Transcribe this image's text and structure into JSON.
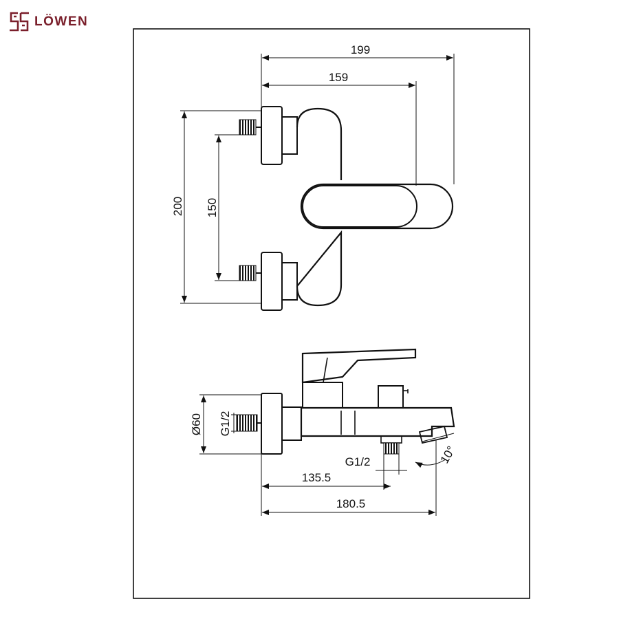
{
  "brand": {
    "name": "LÖWEN",
    "logo_icon": "interlocking-s-monogram-icon",
    "color": "#7a1f2b"
  },
  "top_view": {
    "dim_total_width": "199",
    "dim_handle_width": "159",
    "dim_total_height": "200",
    "dim_center_distance": "150"
  },
  "side_view": {
    "dim_flange_diameter": "Ø60",
    "dim_inlet_thread": "G1/2",
    "dim_outlet_thread": "G1/2",
    "dim_outlet_distance": "135.5",
    "dim_spout_length": "180.5",
    "dim_spout_angle": "10°"
  }
}
